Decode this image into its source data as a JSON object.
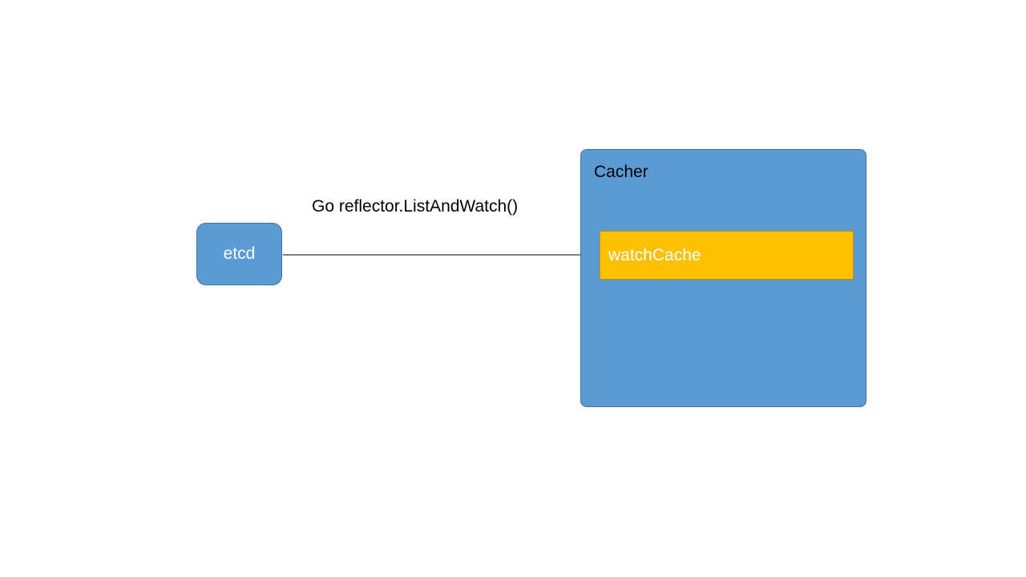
{
  "nodes": {
    "etcd": {
      "label": "etcd"
    },
    "cacher": {
      "label": "Cacher",
      "children": {
        "watch_cache": {
          "label": "watchCache"
        }
      }
    }
  },
  "edges": [
    {
      "from": "etcd",
      "to": "watchCache",
      "label": "Go reflector.ListAndWatch()"
    }
  ],
  "colors": {
    "node_blue": "#5b9bd5",
    "node_blue_border": "#41719c",
    "cache_yellow": "#ffc000",
    "edge_line": "#000000"
  }
}
